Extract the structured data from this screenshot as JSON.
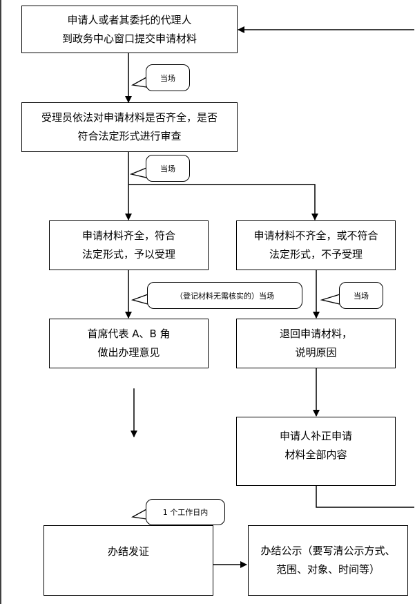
{
  "boxes": {
    "submit": {
      "line1": "申请人或者其委托的代理人",
      "line2": "到政务中心窗口提交申请材料"
    },
    "review": {
      "line1": "受理员依法对申请材料是否齐全，是否",
      "line2": "符合法定形式进行审查"
    },
    "accept": {
      "line1": "申请材料齐全，符合",
      "line2": "法定形式，予以受理"
    },
    "reject": {
      "line1": "申请材料不齐全，或不符合",
      "line2": "法定形式，不予受理"
    },
    "chief": {
      "line1": "首席代表 A、B 角",
      "line2": "做出办理意见"
    },
    "return": {
      "line1": "退回申请材料，",
      "line2": "说明原因"
    },
    "supplement": {
      "line1": "申请人补正申请",
      "line2": "材料全部内容"
    },
    "issue": {
      "line1": "办结发证"
    },
    "publicize": {
      "line1": "办结公示（要写清公示方式、",
      "line2": "范围、对象、时间等）"
    }
  },
  "callouts": {
    "c1": "当场",
    "c2": "当场",
    "c3": "（登记材料无需核实的）当场",
    "c4": "当场",
    "c5": "1 个工作日内"
  }
}
